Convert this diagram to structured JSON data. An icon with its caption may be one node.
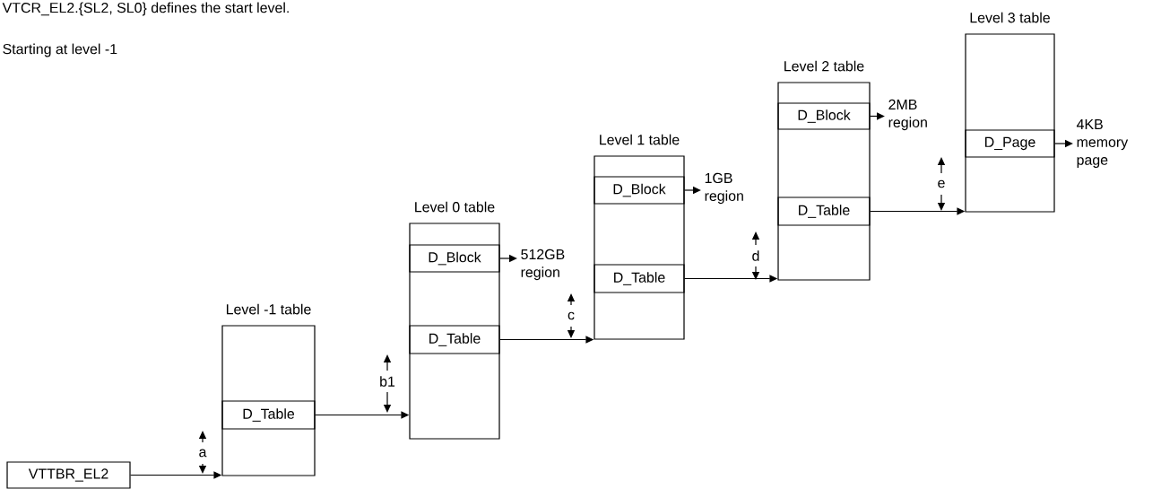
{
  "diagram": {
    "nodes": [
      {
        "text": [
          "VTTBR_EL2"
        ]
      },
      {
        "text": [
          "Level -1 table"
        ]
      },
      {
        "text": [
          "D_Table"
        ],
        "in": 1
      },
      {
        "text": [
          "Level 0 table"
        ]
      },
      {
        "text": [
          "D_Block"
        ],
        "in": 3
      },
      {
        "text": [
          "D_Table"
        ],
        "in": 3
      },
      {
        "text": [
          "Level 1 table"
        ]
      },
      {
        "text": [
          "D_Block"
        ],
        "in": 6
      },
      {
        "text": [
          "D_Table"
        ],
        "in": 6
      },
      {
        "text": [
          "Level 2 table"
        ]
      },
      {
        "text": [
          "D_Block"
        ],
        "in": 9
      },
      {
        "text": [
          "D_Table"
        ],
        "in": 9
      },
      {
        "text": [
          "Level 3 table"
        ]
      },
      {
        "text": [
          "D_Page"
        ],
        "in": 12
      },
      {
        "text": [
          "512GB region"
        ]
      },
      {
        "text": [
          "1GB region"
        ]
      },
      {
        "text": [
          "2MB region"
        ]
      },
      {
        "text": [
          "4KB memory page"
        ]
      }
    ],
    "edges": [
      {
        "from": 0,
        "to": 1,
        "arrow": "to"
      },
      {
        "from": 2,
        "to": 3,
        "arrow": "to"
      },
      {
        "from": 4,
        "to": 14,
        "arrow": "to"
      },
      {
        "from": 5,
        "to": 6,
        "arrow": "to"
      },
      {
        "from": 7,
        "to": 15,
        "arrow": "to"
      },
      {
        "from": 8,
        "to": 9,
        "arrow": "to"
      },
      {
        "from": 10,
        "to": 16,
        "arrow": "to"
      },
      {
        "from": 11,
        "to": 12,
        "arrow": "to"
      },
      {
        "from": 13,
        "to": 17,
        "arrow": "to"
      }
    ],
    "labels": [
      "VTCR_EL2.{SL2, SL0} defines the start level.",
      "Starting at level -1",
      "e",
      "d",
      "c",
      "b1",
      "a"
    ]
  }
}
